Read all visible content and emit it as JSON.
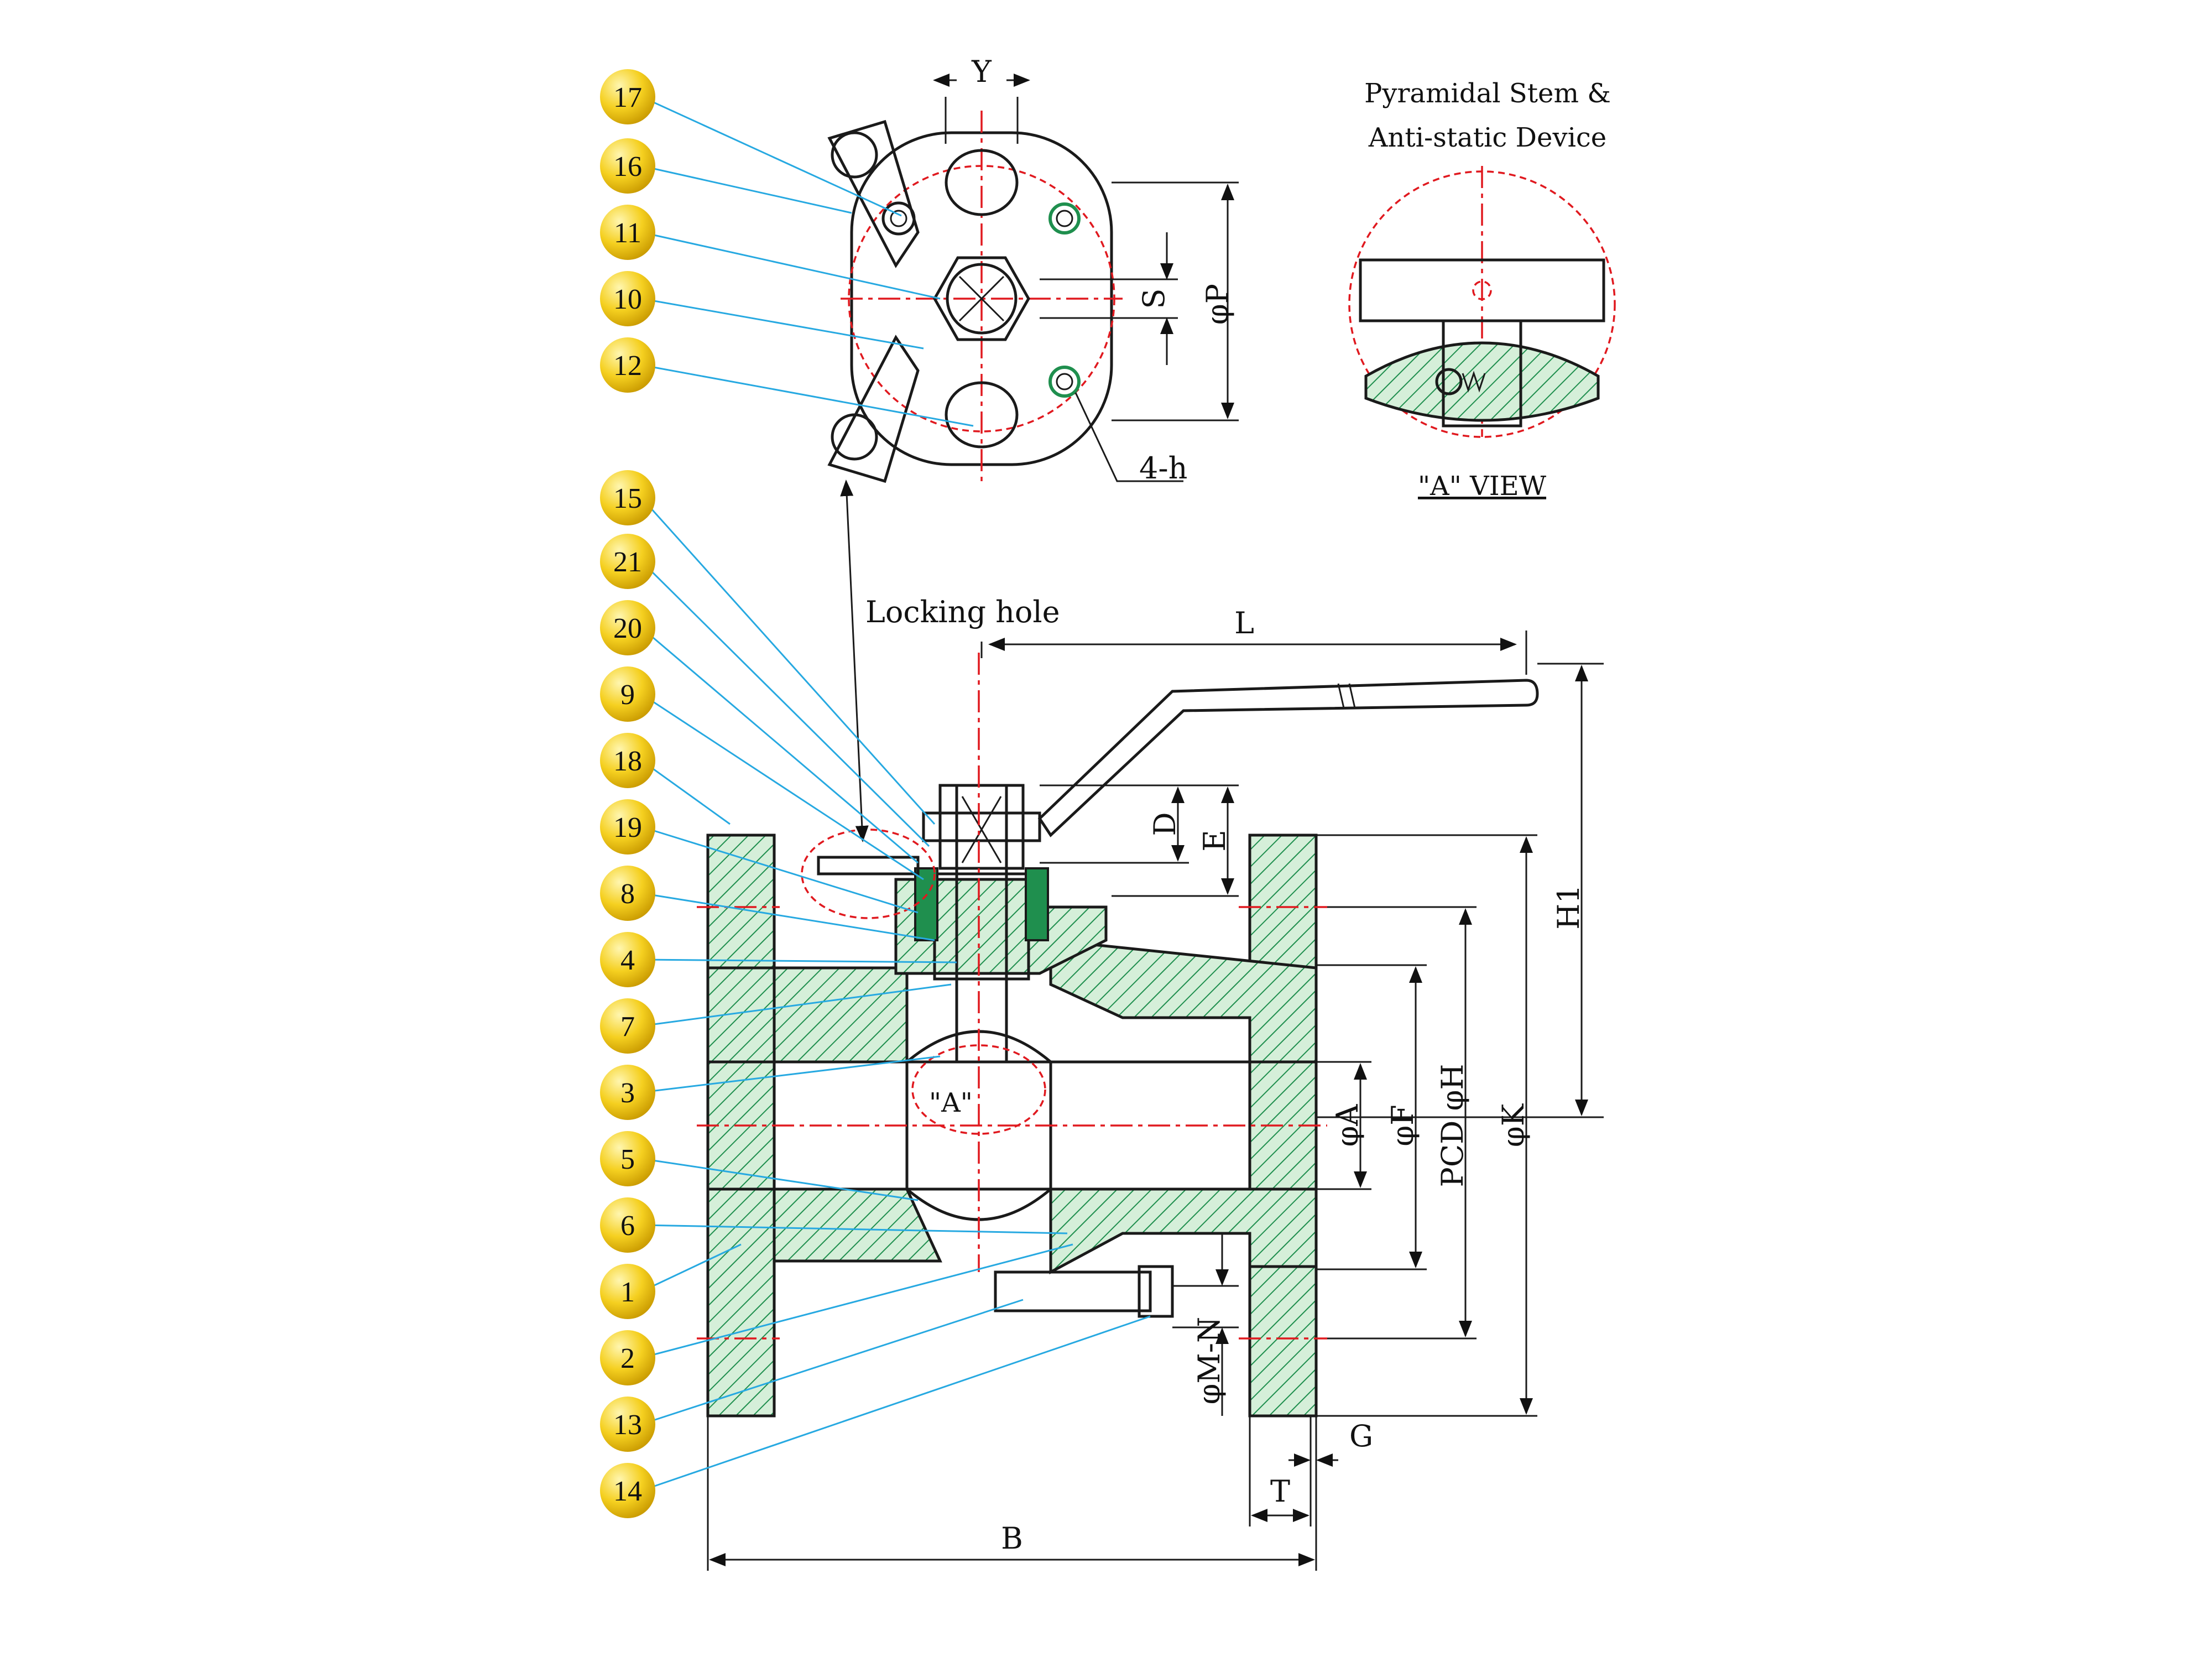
{
  "title_detail_line1": "Pyramidal Stem &",
  "title_detail_line2": "Anti-static Device",
  "detail_view_label": "\"A\" VIEW",
  "callouts": {
    "locking_hole": "Locking hole",
    "view_a_marker": "\"A\""
  },
  "dimensions": {
    "Y": "Y",
    "S": "S",
    "P": "φP",
    "h": "4-h",
    "L": "L",
    "D": "D",
    "E": "E",
    "H1": "H1",
    "A": "φA",
    "F": "φF",
    "PCD": "PCD φH",
    "K": "φK",
    "MN": "φM-N",
    "G": "G",
    "T": "T",
    "B": "B"
  },
  "parts": [
    "17",
    "16",
    "11",
    "10",
    "12",
    "15",
    "21",
    "20",
    "9",
    "18",
    "19",
    "8",
    "4",
    "7",
    "3",
    "5",
    "6",
    "1",
    "2",
    "13",
    "14"
  ],
  "colors": {
    "badge": "#f5d020",
    "hatch": "#1f8f4e",
    "leader": "#27a9e1",
    "centerline": "#e0191f"
  }
}
